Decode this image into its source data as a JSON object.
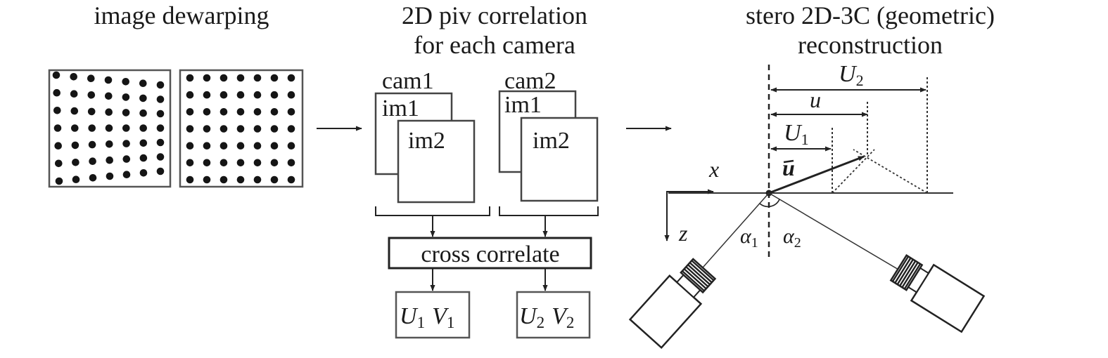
{
  "titles": {
    "dewarp": "image dewarping",
    "piv_line1": "2D piv correlation",
    "piv_line2": "for each camera",
    "stereo_line1": "stero 2D-3C (geometric)",
    "stereo_line2": "reconstruction"
  },
  "piv": {
    "cam1": "cam1",
    "cam2": "cam2",
    "im1": "im1",
    "im2": "im2",
    "cross": "cross correlate",
    "out1": {
      "u": "U",
      "u_sub": "1",
      "v": "V",
      "v_sub": "1"
    },
    "out2": {
      "u": "U",
      "u_sub": "2",
      "v": "V",
      "v_sub": "2"
    }
  },
  "stereo": {
    "U2": "U",
    "U2_sub": "2",
    "u": "u",
    "U1": "U",
    "U1_sub": "1",
    "x": "x",
    "z": "z",
    "ubar": "u",
    "alpha1": "α",
    "alpha1_sub": "1",
    "alpha2": "α",
    "alpha2_sub": "2"
  },
  "dots": {
    "warped_rows": 7,
    "warped_cols": 7,
    "regular_rows": 7,
    "regular_cols": 7
  }
}
